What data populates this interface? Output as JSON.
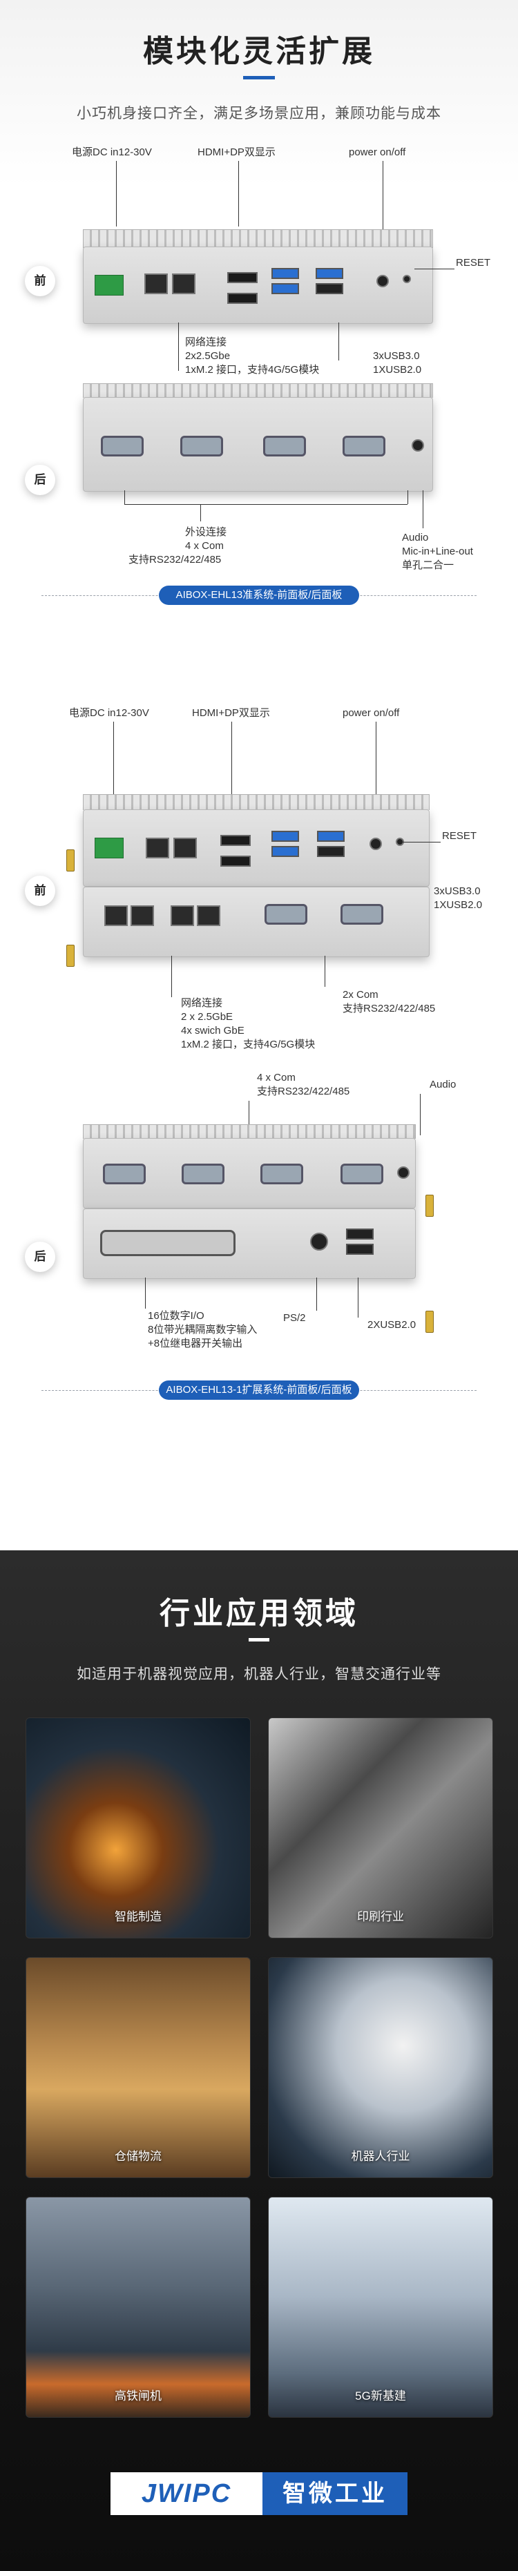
{
  "header": {
    "title": "模块化灵活扩展",
    "subtitle": "小巧机身接口齐全，满足多场景应用，兼顾功能与成本"
  },
  "section1": {
    "labels": {
      "dc": "电源DC in12-30V",
      "hdmi": "HDMI+DP双显示",
      "power": "power on/off",
      "reset": "RESET",
      "net1": "网络连接",
      "net2": "2x2.5Gbe",
      "net3": "1xM.2 接口，支持4G/5G模块",
      "usb1": "3xUSB3.0",
      "usb2": "1XUSB2.0",
      "serial1": "外设连接",
      "serial2": "4 x Com",
      "serial3": "支持RS232/422/485",
      "audio1": "Audio",
      "audio2": "Mic-in+Line-out",
      "audio3": "单孔二合一"
    },
    "front": "前",
    "back": "后",
    "banner": "AIBOX-EHL13准系统-前面板/后面板"
  },
  "section2": {
    "labels": {
      "dc": "电源DC in12-30V",
      "hdmi": "HDMI+DP双显示",
      "power": "power on/off",
      "reset": "RESET",
      "usb1": "3xUSB3.0",
      "usb2": "1XUSB2.0",
      "net1": "网络连接",
      "net2": "2 x 2.5GbE",
      "net3": "4x swich GbE",
      "net4": "1xM.2 接口，支持4G/5G模块",
      "com1": "2x Com",
      "com2": "支持RS232/422/485",
      "bcom1": "4 x Com",
      "bcom2": "支持RS232/422/485",
      "audio": "Audio",
      "dio1": "16位数字I/O",
      "dio2": "8位带光耦隔离数字输入",
      "dio3": "+8位继电器开关输出",
      "ps2": "PS/2",
      "usb20": "2XUSB2.0"
    },
    "front": "前",
    "back": "后",
    "banner": "AIBOX-EHL13-1扩展系统-前面板/后面板"
  },
  "apps": {
    "title": "行业应用领域",
    "subtitle": "如适用于机器视觉应用，机器人行业，智慧交通行业等",
    "items": [
      {
        "label": "智能制造"
      },
      {
        "label": "印刷行业"
      },
      {
        "label": "仓储物流"
      },
      {
        "label": "机器人行业"
      },
      {
        "label": "高铁闸机"
      },
      {
        "label": "5G新基建"
      }
    ]
  },
  "footer": {
    "logo": "JWIPC",
    "name": "智微工业"
  },
  "colors": {
    "accent": "#1e5fb8",
    "dark_bg": "#161616"
  }
}
